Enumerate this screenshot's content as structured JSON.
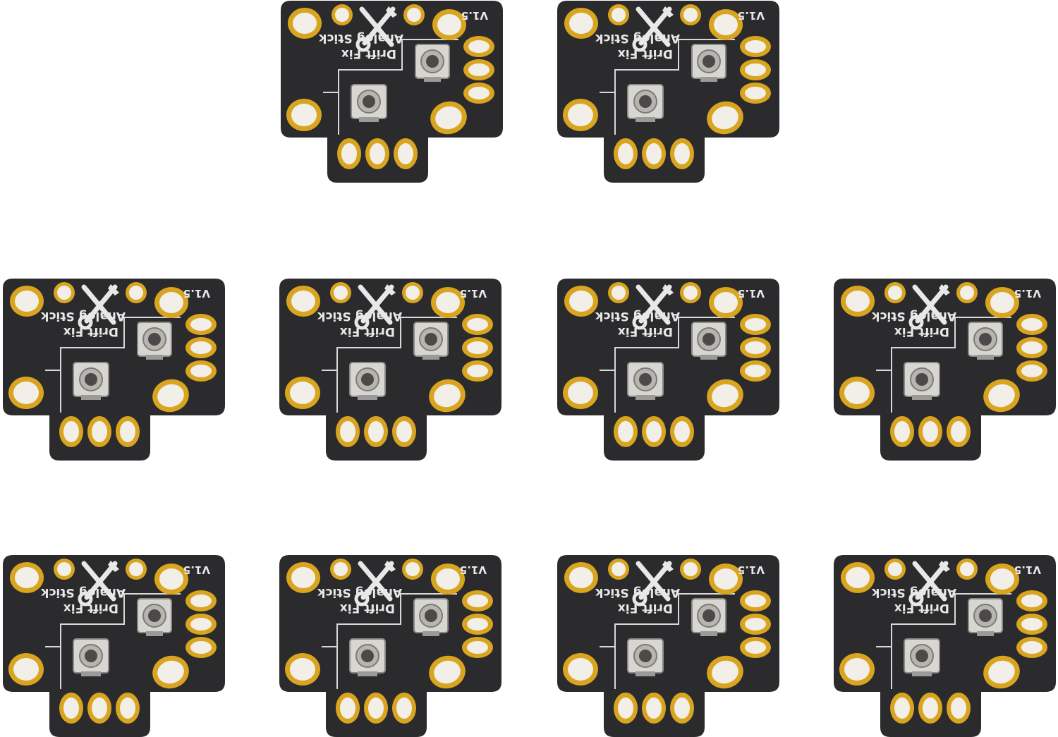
{
  "product": {
    "board_count": 10,
    "silkscreen": {
      "line1": "Drift Fix",
      "line2": "Analog Stick",
      "version": "V1.5"
    },
    "board_color": "#2b2b2d",
    "pad_color": "#d9a520",
    "pad_fill_color": "#f1efe8"
  }
}
